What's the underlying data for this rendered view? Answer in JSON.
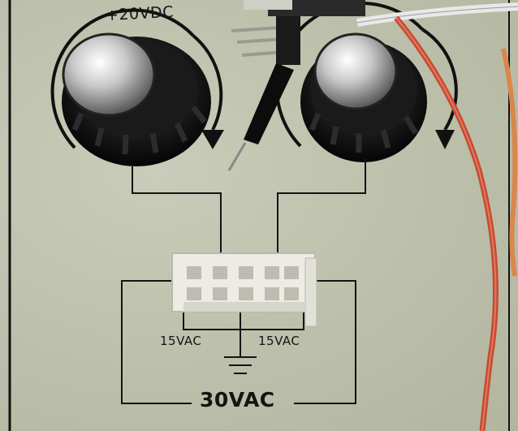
{
  "labels": {
    "dc_voltage": "+20VDC",
    "ac_left": "15VAC",
    "ac_right": "15VAC",
    "ac_total": "30VAC"
  },
  "colors": {
    "panel": "#bfc2ae",
    "ink": "#141414",
    "knob": "#111111",
    "knob_cap": "#c8c8c8",
    "wire_red": "#c84a32",
    "wire_orange": "#d9874a",
    "connector": "#ecebe4"
  },
  "icons": [
    "rotation-arrow-icon",
    "ground-symbol-icon"
  ]
}
